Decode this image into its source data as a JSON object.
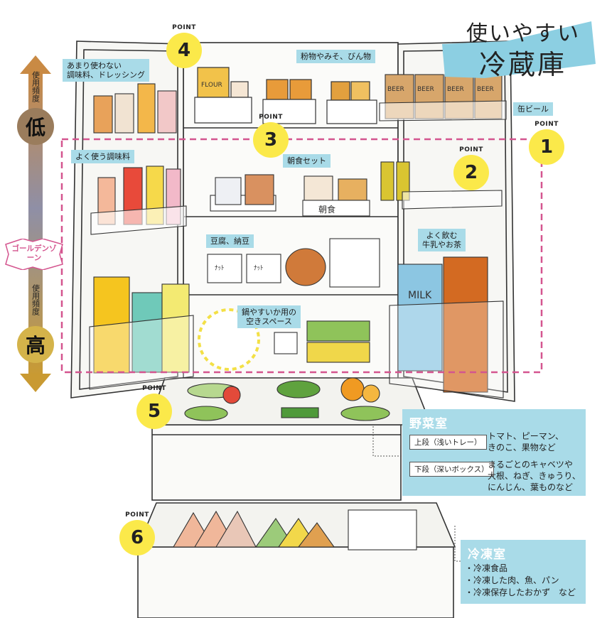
{
  "title": {
    "line1": "使いやすい",
    "line2": "冷蔵庫"
  },
  "frequency": {
    "label_top": "使用頻度",
    "low": "低",
    "label_bottom": "使用頻度",
    "high": "高"
  },
  "golden_zone": "ゴールデンゾーン",
  "points": {
    "p1": "1",
    "p2": "2",
    "p3": "3",
    "p4": "4",
    "p5": "5",
    "p6": "6",
    "word": "POINT"
  },
  "labels": {
    "rarely_used": "あまり使わない\n調味料、ドレッシング",
    "powder_miso": "粉物やみそ、びん物",
    "canned_beer": "缶ビール",
    "often_used": "よく使う調味料",
    "breakfast_set": "朝食セット",
    "tofu_natto": "豆腐、納豆",
    "milk_tea": "よく飲む\n牛乳やお茶",
    "space": "鍋やすいか用の\n空きスペース"
  },
  "drawing_text": {
    "flour": "FLOUR",
    "beer": "BEER",
    "milk": "MILK",
    "breakfast": "朝食",
    "natto1": "ﾅｯﾄ",
    "natto2": "ﾅｯﾄ"
  },
  "vegetable_room": {
    "heading": "野菜室",
    "upper_tag": "上段（浅いトレー）",
    "upper_text": "トマト、ピーマン、\nきのこ、果物など",
    "lower_tag": "下段（深いボックス）",
    "lower_text": "まるごとのキャベツや\n大根、ねぎ、きゅうり、\nにんじん、葉ものなど"
  },
  "freezer_room": {
    "heading": "冷凍室",
    "items": [
      "・冷凍食品",
      "・冷凍した肉、魚、パン",
      "・冷凍保存したおかず　など"
    ]
  },
  "colors": {
    "label_bg": "#a9dbe8",
    "point_yellow": "#fbe94a",
    "zone_pink": "#d4558f",
    "arrow_top": "#c98a44",
    "arrow_mid": "#8f8fa6",
    "arrow_bottom": "#c99a32"
  }
}
